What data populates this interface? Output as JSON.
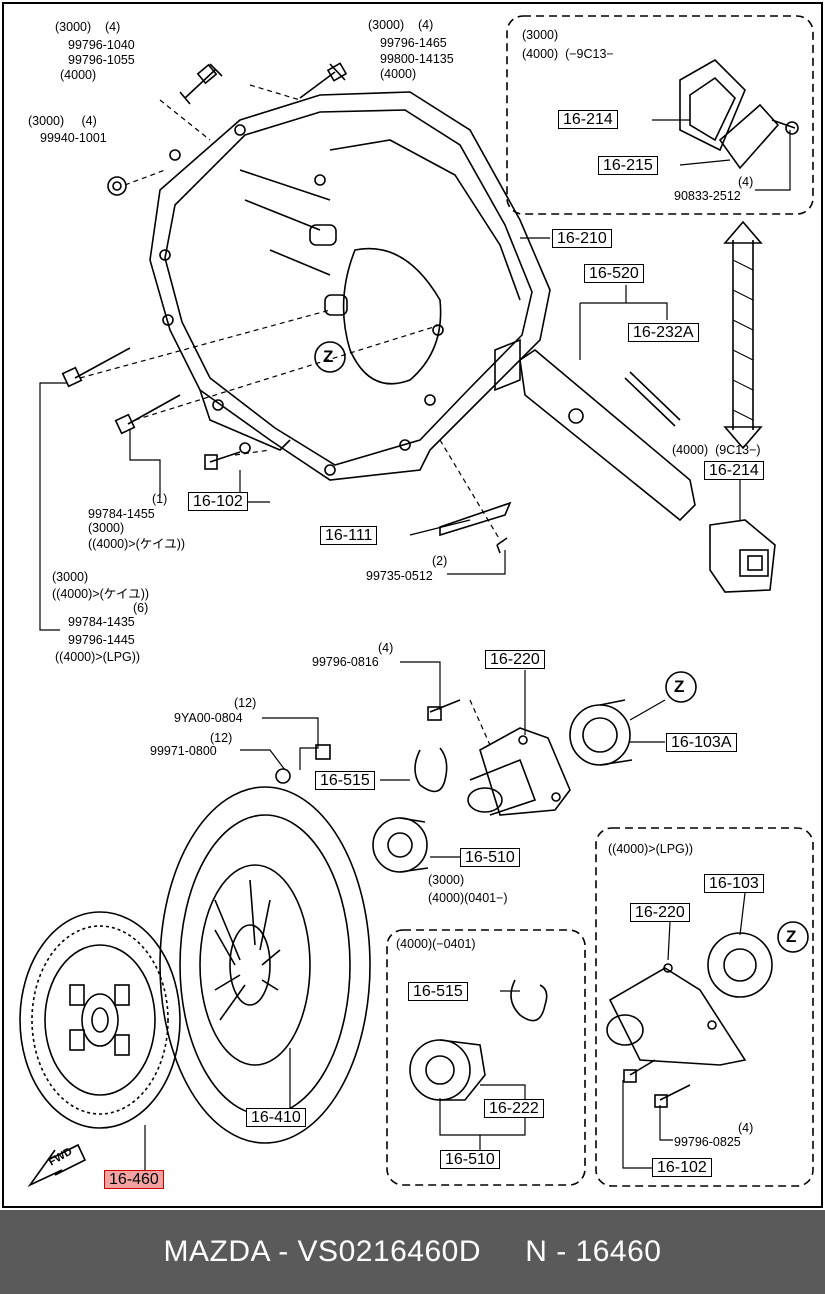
{
  "labels": {
    "q1": "(3000)    (4)",
    "q1a": "99796-1040",
    "q1b": "99796-1055",
    "q1c": "(4000)",
    "q2": "(3000)    (4)",
    "q2a": "99796-1465",
    "q2b": "99800-14135",
    "q2c": "(4000)",
    "q3": "(3000)     (4)",
    "q3a": "99940-1001",
    "inset1_a": "(3000)",
    "inset1_b": "(4000)  (−9C13−",
    "inset1_c": "90833-2512",
    "inset1_d": "(4)",
    "l_4000_9c13": "(4000)  (9C13−)",
    "p1_qty": "(1)",
    "p1_a": "99784-1455",
    "p1_b": "(3000)",
    "p1_c": "((4000)>(ケイユ))",
    "p2_qty": "(2)",
    "p2_a": "99735-0512",
    "p3_a": "(3000)",
    "p3_b": "((4000)>(ケイユ))",
    "p3_qty": "(6)",
    "p3_c": "99784-1435",
    "p3_d": "99796-1445",
    "p3_e": "((4000)>(LPG))",
    "b1_qty": "(4)",
    "b1": "99796-0816",
    "b2_qty": "(12)",
    "b2": "9YA00-0804",
    "b3_qty": "(12)",
    "b3": "99971-0800",
    "mid_a": "(3000)",
    "mid_b": "(4000)(0401−)",
    "inset2_title": "(4000)(−0401)",
    "inset3_title": "((4000)>(LPG))",
    "b4_qty": "(4)",
    "b4": "99796-0825",
    "z": "Z",
    "fwd": "FWD"
  },
  "callouts": {
    "c16214a": "16-214",
    "c16215": "16-215",
    "c16210": "16-210",
    "c16520": "16-520",
    "c16232a": "16-232A",
    "c16214b": "16-214",
    "c16102a": "16-102",
    "c16111": "16-111",
    "c16220a": "16-220",
    "c16103a": "16-103A",
    "c16515a": "16-515",
    "c16510a": "16-510",
    "c16103": "16-103",
    "c16220b": "16-220",
    "c16515b": "16-515",
    "c16222": "16-222",
    "c16510b": "16-510",
    "c16410": "16-410",
    "c16102b": "16-102",
    "c16460": "16-460"
  },
  "colors": {
    "highlight": "#f4a3a3",
    "footer_bg": "#5a5a5a",
    "footer_text": "#ffffff"
  },
  "footer": {
    "text": "MAZDA - VS0216460D     N - 16460"
  }
}
